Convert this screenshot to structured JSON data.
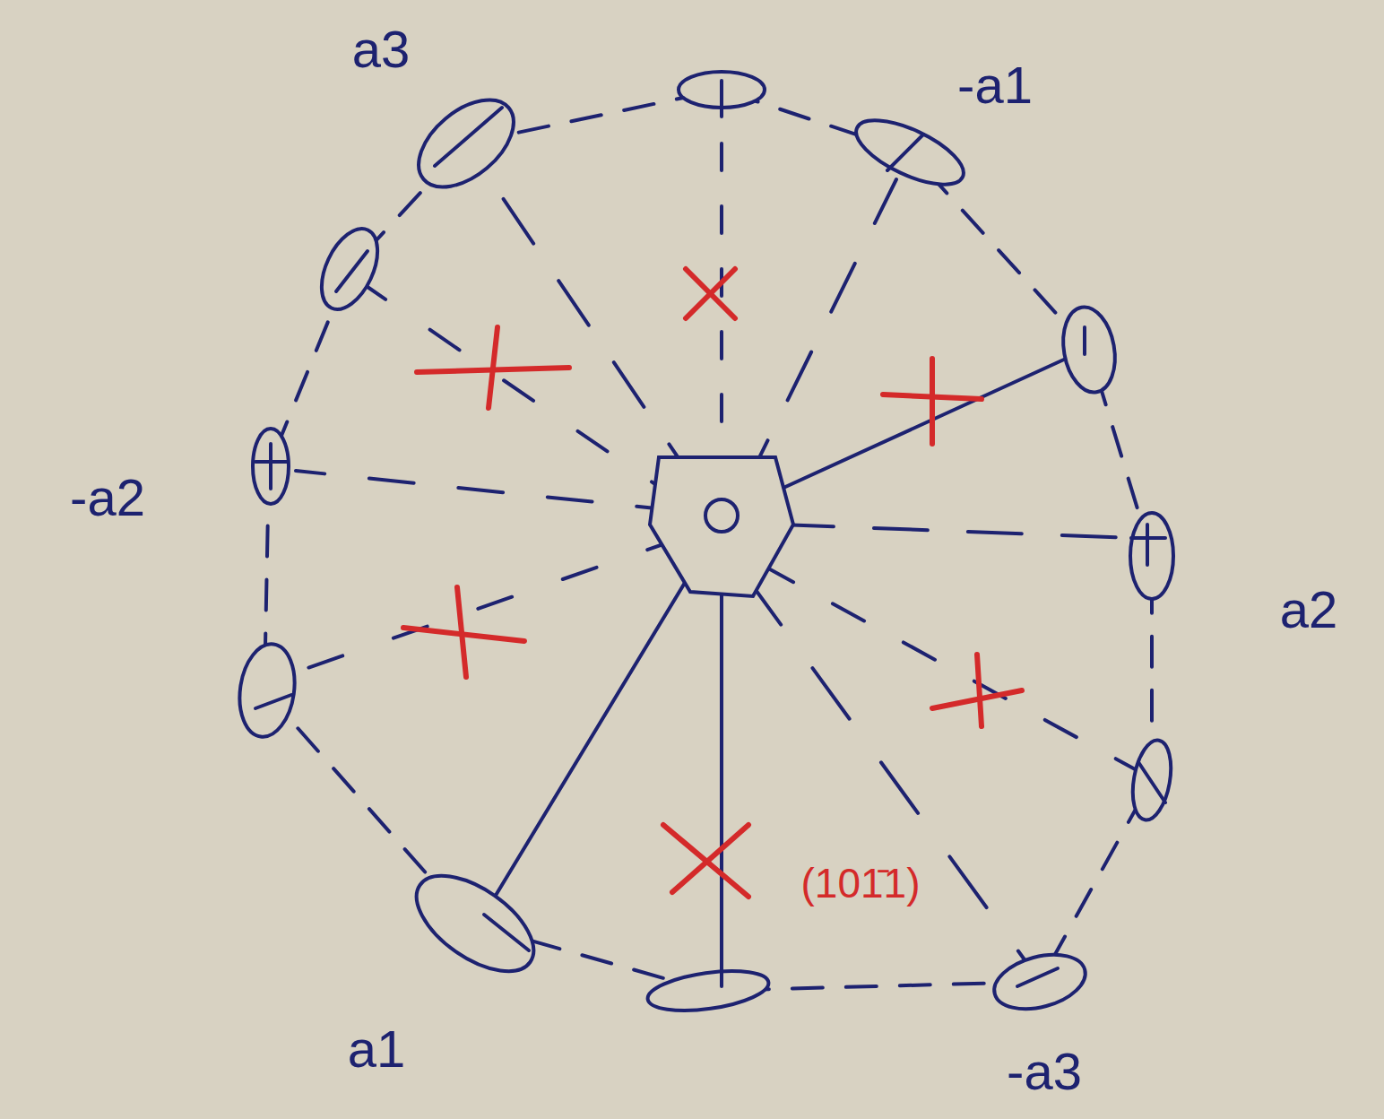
{
  "diagram": {
    "labels": [
      "a3",
      "-a1",
      "-a2",
      "a2",
      "a1",
      "-a3",
      "(101̄1)"
    ]
  }
}
